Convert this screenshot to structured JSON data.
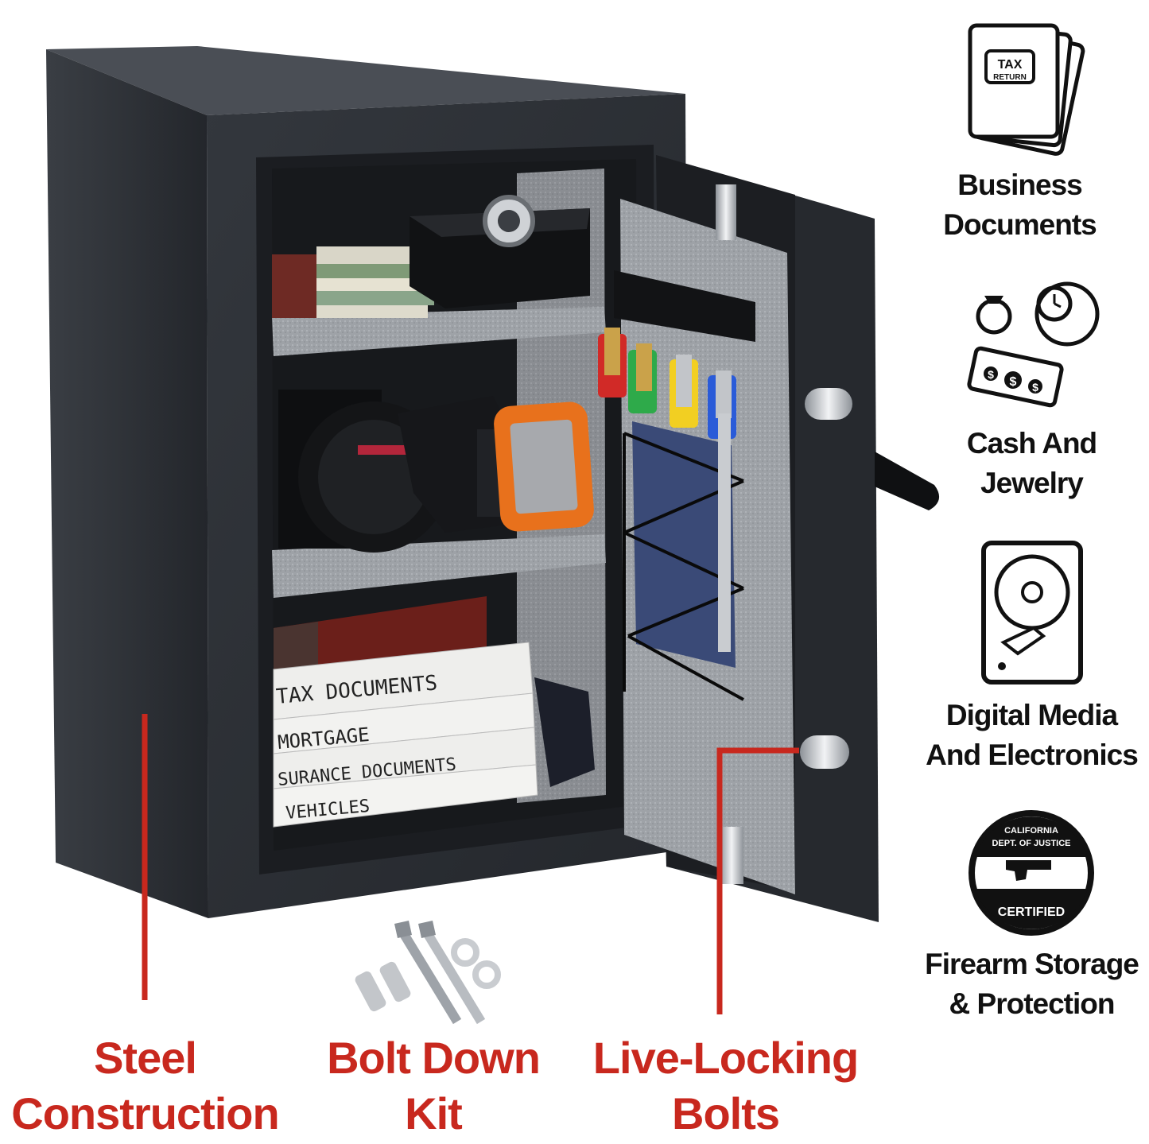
{
  "colors": {
    "accent_red": "#c8281e",
    "safe_body": "#2b2e33",
    "carpet": "#9a9ea3",
    "text": "#111111"
  },
  "features": [
    {
      "icon": "tax-return-documents-icon",
      "icon_text": {
        "line1": "TAX",
        "line2": "RETURN"
      },
      "line1": "Business",
      "line2": "Documents"
    },
    {
      "icon": "cash-and-jewelry-icon",
      "icon_text": {
        "symbol": "$"
      },
      "line1": "Cash And",
      "line2": "Jewelry"
    },
    {
      "icon": "hard-drive-icon",
      "line1": "Digital Media",
      "line2": "And Electronics"
    },
    {
      "icon": "california-doj-certified-seal-icon",
      "icon_text": {
        "top1": "CALIFORNIA",
        "top2": "DEPT. OF JUSTICE",
        "bottom": "CERTIFIED"
      },
      "line1": "Firearm Storage",
      "line2": "& Protection"
    }
  ],
  "callouts": [
    {
      "line1": "Steel",
      "line2": "Construction"
    },
    {
      "line1": "Bolt Down",
      "line2": "Kit"
    },
    {
      "line1": "Live-Locking",
      "line2": "Bolts"
    }
  ],
  "binder_labels": [
    "TAX DOCUMENTS",
    "MORTGAGE",
    "SURANCE DOCUMENTS",
    "VEHICLES"
  ]
}
